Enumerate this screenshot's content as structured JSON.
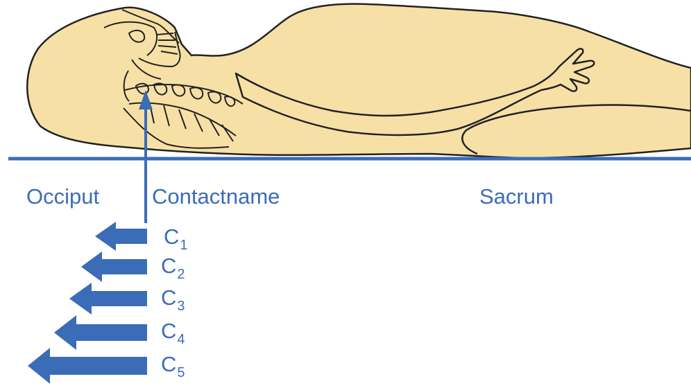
{
  "labels": {
    "occiput": "Occiput",
    "contact": "Contactname",
    "sacrum": "Sacrum"
  },
  "vertebrae": [
    {
      "letter": "C",
      "sub": "1"
    },
    {
      "letter": "C",
      "sub": "2"
    },
    {
      "letter": "C",
      "sub": "3"
    },
    {
      "letter": "C",
      "sub": "4"
    },
    {
      "letter": "C",
      "sub": "5"
    }
  ],
  "colors": {
    "accent": "#3b6cb7",
    "body_fill": "#f7e0a6",
    "outline": "#222222"
  },
  "icons": {
    "patient": "supine-patient-figure",
    "cervical_spine": "cervical-spine-skeleton",
    "pointer": "up-arrow",
    "pressure": "left-arrow"
  }
}
